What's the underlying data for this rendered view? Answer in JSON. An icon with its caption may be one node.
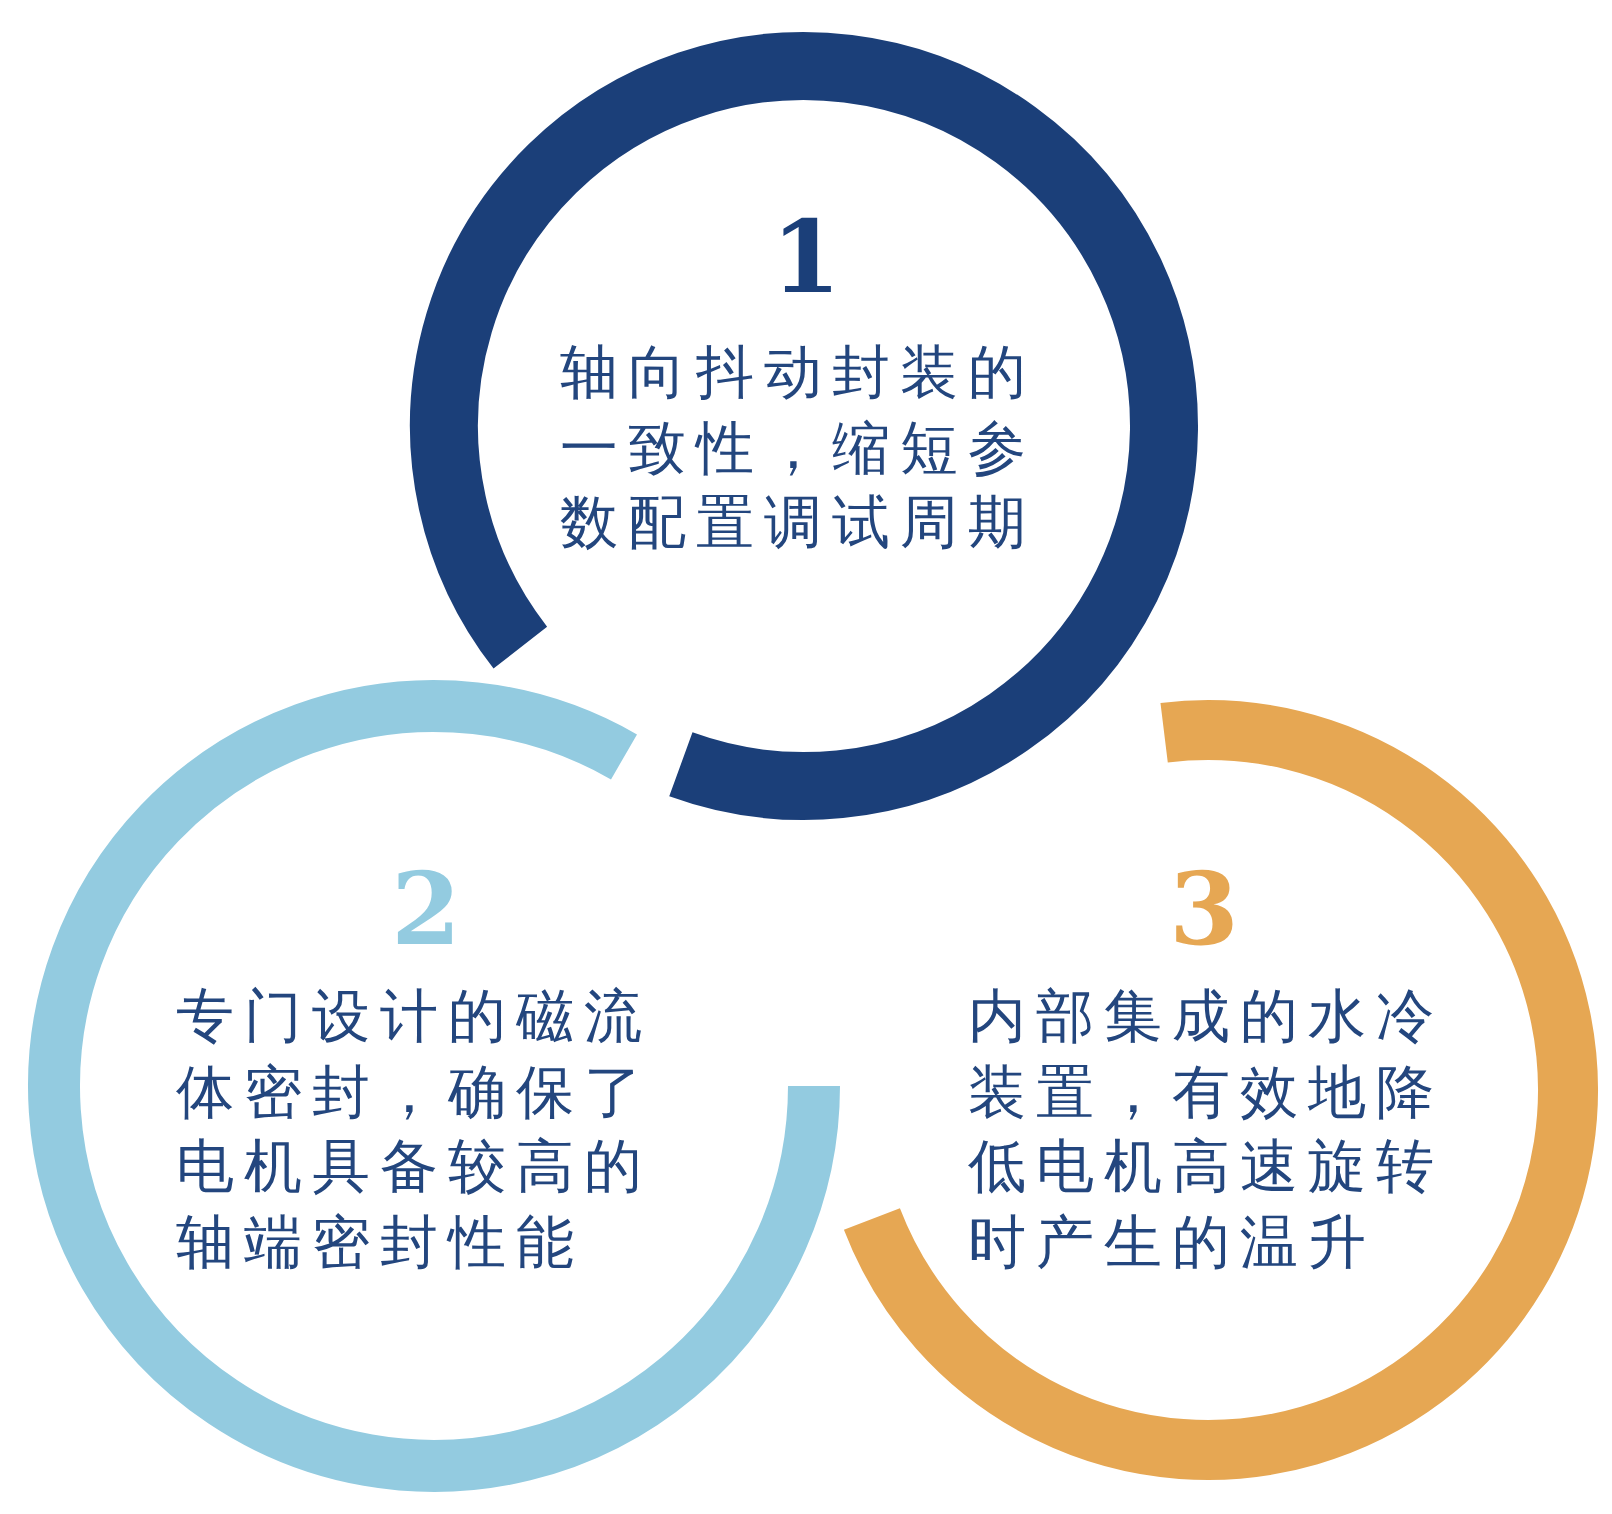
{
  "diagram": {
    "nodes": [
      {
        "text": [
          "1",
          "轴向抖动封装的一致性，缩短参数配置调试周期"
        ]
      },
      {
        "text": [
          "2",
          "专门设计的磁流体密封，确保了电机具备较高的轴端密封性能"
        ]
      },
      {
        "text": [
          "3",
          "内部集成的水冷装置，有效地降低电机高速旋转时产生的温升"
        ]
      }
    ]
  }
}
